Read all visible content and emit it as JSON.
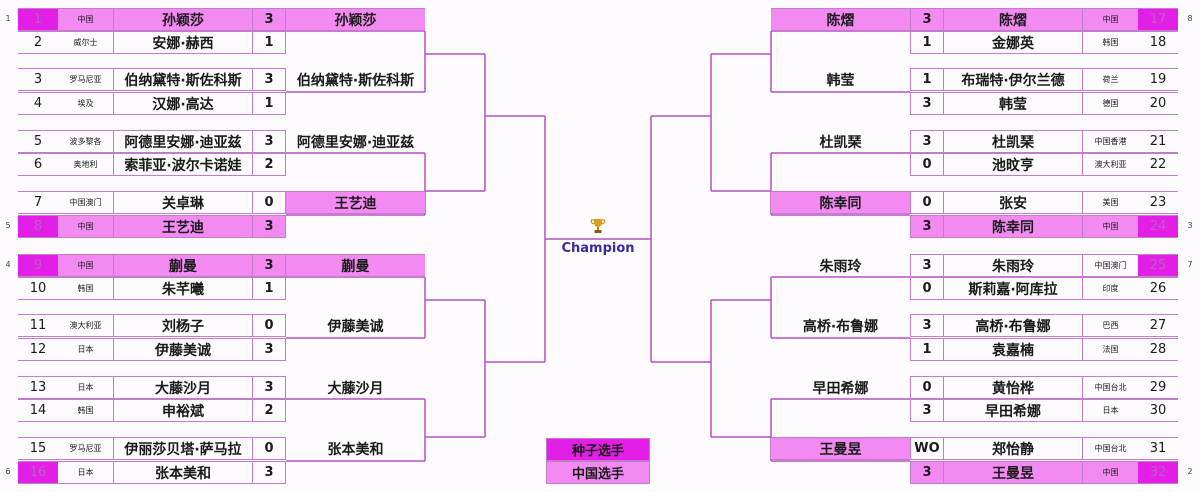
{
  "colors": {
    "seed": "#e31ee6",
    "china": "#f28af2",
    "line": "#b84fc4",
    "champion_text": "#3b2a9c"
  },
  "left_players": [
    {
      "no": "1",
      "country": "中国",
      "name": "孙颖莎",
      "score": "3",
      "seed_mark": "1",
      "china": true,
      "seed": true
    },
    {
      "no": "2",
      "country": "威尔士",
      "name": "安娜·赫西",
      "score": "1",
      "china": false,
      "seed": false
    },
    {
      "no": "3",
      "country": "罗马尼亚",
      "name": "伯纳黛特·斯佐科斯",
      "score": "3",
      "china": false,
      "seed": false
    },
    {
      "no": "4",
      "country": "埃及",
      "name": "汉娜·高达",
      "score": "1",
      "china": false,
      "seed": false
    },
    {
      "no": "5",
      "country": "波多黎各",
      "name": "阿德里安娜·迪亚兹",
      "score": "3",
      "china": false,
      "seed": false
    },
    {
      "no": "6",
      "country": "奥地利",
      "name": "索菲亚·波尔卡诺娃",
      "score": "2",
      "china": false,
      "seed": false
    },
    {
      "no": "7",
      "country": "中国澳门",
      "name": "关卓琳",
      "score": "0",
      "china": false,
      "seed": false
    },
    {
      "no": "8",
      "country": "中国",
      "name": "王艺迪",
      "score": "3",
      "seed_mark": "5",
      "china": true,
      "seed": true
    },
    {
      "no": "9",
      "country": "中国",
      "name": "蒯曼",
      "score": "3",
      "seed_mark": "4",
      "china": true,
      "seed": true
    },
    {
      "no": "10",
      "country": "韩国",
      "name": "朱芊曦",
      "score": "1",
      "china": false,
      "seed": false
    },
    {
      "no": "11",
      "country": "澳大利亚",
      "name": "刘杨子",
      "score": "0",
      "china": false,
      "seed": false
    },
    {
      "no": "12",
      "country": "日本",
      "name": "伊藤美诚",
      "score": "3",
      "china": false,
      "seed": false
    },
    {
      "no": "13",
      "country": "日本",
      "name": "大藤沙月",
      "score": "3",
      "china": false,
      "seed": false
    },
    {
      "no": "14",
      "country": "韩国",
      "name": "申裕斌",
      "score": "2",
      "china": false,
      "seed": false
    },
    {
      "no": "15",
      "country": "罗马尼亚",
      "name": "伊丽莎贝塔·萨马拉",
      "score": "0",
      "china": false,
      "seed": false
    },
    {
      "no": "16",
      "country": "日本",
      "name": "张本美和",
      "score": "3",
      "seed_mark": "6",
      "china": false,
      "seed": true
    }
  ],
  "right_players": [
    {
      "no": "17",
      "country": "中国",
      "name": "陈熠",
      "score": "3",
      "seed_mark": "8",
      "china": true,
      "seed": true
    },
    {
      "no": "18",
      "country": "韩国",
      "name": "金娜英",
      "score": "1",
      "china": false,
      "seed": false
    },
    {
      "no": "19",
      "country": "荷兰",
      "name": "布瑞特·伊尔兰德",
      "score": "1",
      "china": false,
      "seed": false
    },
    {
      "no": "20",
      "country": "德国",
      "name": "韩莹",
      "score": "3",
      "china": false,
      "seed": false
    },
    {
      "no": "21",
      "country": "中国香港",
      "name": "杜凯琹",
      "score": "3",
      "china": false,
      "seed": false
    },
    {
      "no": "22",
      "country": "澳大利亚",
      "name": "池旼亨",
      "score": "0",
      "china": false,
      "seed": false
    },
    {
      "no": "23",
      "country": "美国",
      "name": "张安",
      "score": "0",
      "china": false,
      "seed": false
    },
    {
      "no": "24",
      "country": "中国",
      "name": "陈幸同",
      "score": "3",
      "seed_mark": "3",
      "china": true,
      "seed": true
    },
    {
      "no": "25",
      "country": "中国澳门",
      "name": "朱雨玲",
      "score": "3",
      "seed_mark": "7",
      "china": false,
      "seed": true
    },
    {
      "no": "26",
      "country": "印度",
      "name": "斯莉嘉·阿库拉",
      "score": "0",
      "china": false,
      "seed": false
    },
    {
      "no": "27",
      "country": "巴西",
      "name": "高桥·布鲁娜",
      "score": "3",
      "china": false,
      "seed": false
    },
    {
      "no": "28",
      "country": "法国",
      "name": "袁嘉楠",
      "score": "1",
      "china": false,
      "seed": false
    },
    {
      "no": "29",
      "country": "中国台北",
      "name": "黄怡桦",
      "score": "0",
      "china": false,
      "seed": false
    },
    {
      "no": "30",
      "country": "日本",
      "name": "早田希娜",
      "score": "3",
      "china": false,
      "seed": false
    },
    {
      "no": "31",
      "country": "中国台北",
      "name": "郑怡静",
      "score": "WO",
      "china": false,
      "seed": false
    },
    {
      "no": "32",
      "country": "中国",
      "name": "王曼昱",
      "score": "3",
      "seed_mark": "2",
      "china": true,
      "seed": true
    }
  ],
  "left_round2": [
    {
      "name": "孙颖莎",
      "china": true
    },
    {
      "name": "伯纳黛特·斯佐科斯",
      "china": false
    },
    {
      "name": "阿德里安娜·迪亚兹",
      "china": false
    },
    {
      "name": "王艺迪",
      "china": true
    },
    {
      "name": "蒯曼",
      "china": true
    },
    {
      "name": "伊藤美诚",
      "china": false
    },
    {
      "name": "大藤沙月",
      "china": false
    },
    {
      "name": "张本美和",
      "china": false
    }
  ],
  "right_round2": [
    {
      "name": "陈熠",
      "china": true
    },
    {
      "name": "韩莹",
      "china": false
    },
    {
      "name": "杜凯琹",
      "china": false
    },
    {
      "name": "陈幸同",
      "china": true
    },
    {
      "name": "朱雨玲",
      "china": false
    },
    {
      "name": "高桥·布鲁娜",
      "china": false
    },
    {
      "name": "早田希娜",
      "china": false
    },
    {
      "name": "王曼昱",
      "china": true
    }
  ],
  "center": {
    "trophy_icon": "trophy-icon",
    "champion_label": "Champion"
  },
  "legend": {
    "seed_label": "种子选手",
    "china_label": "中国选手"
  }
}
